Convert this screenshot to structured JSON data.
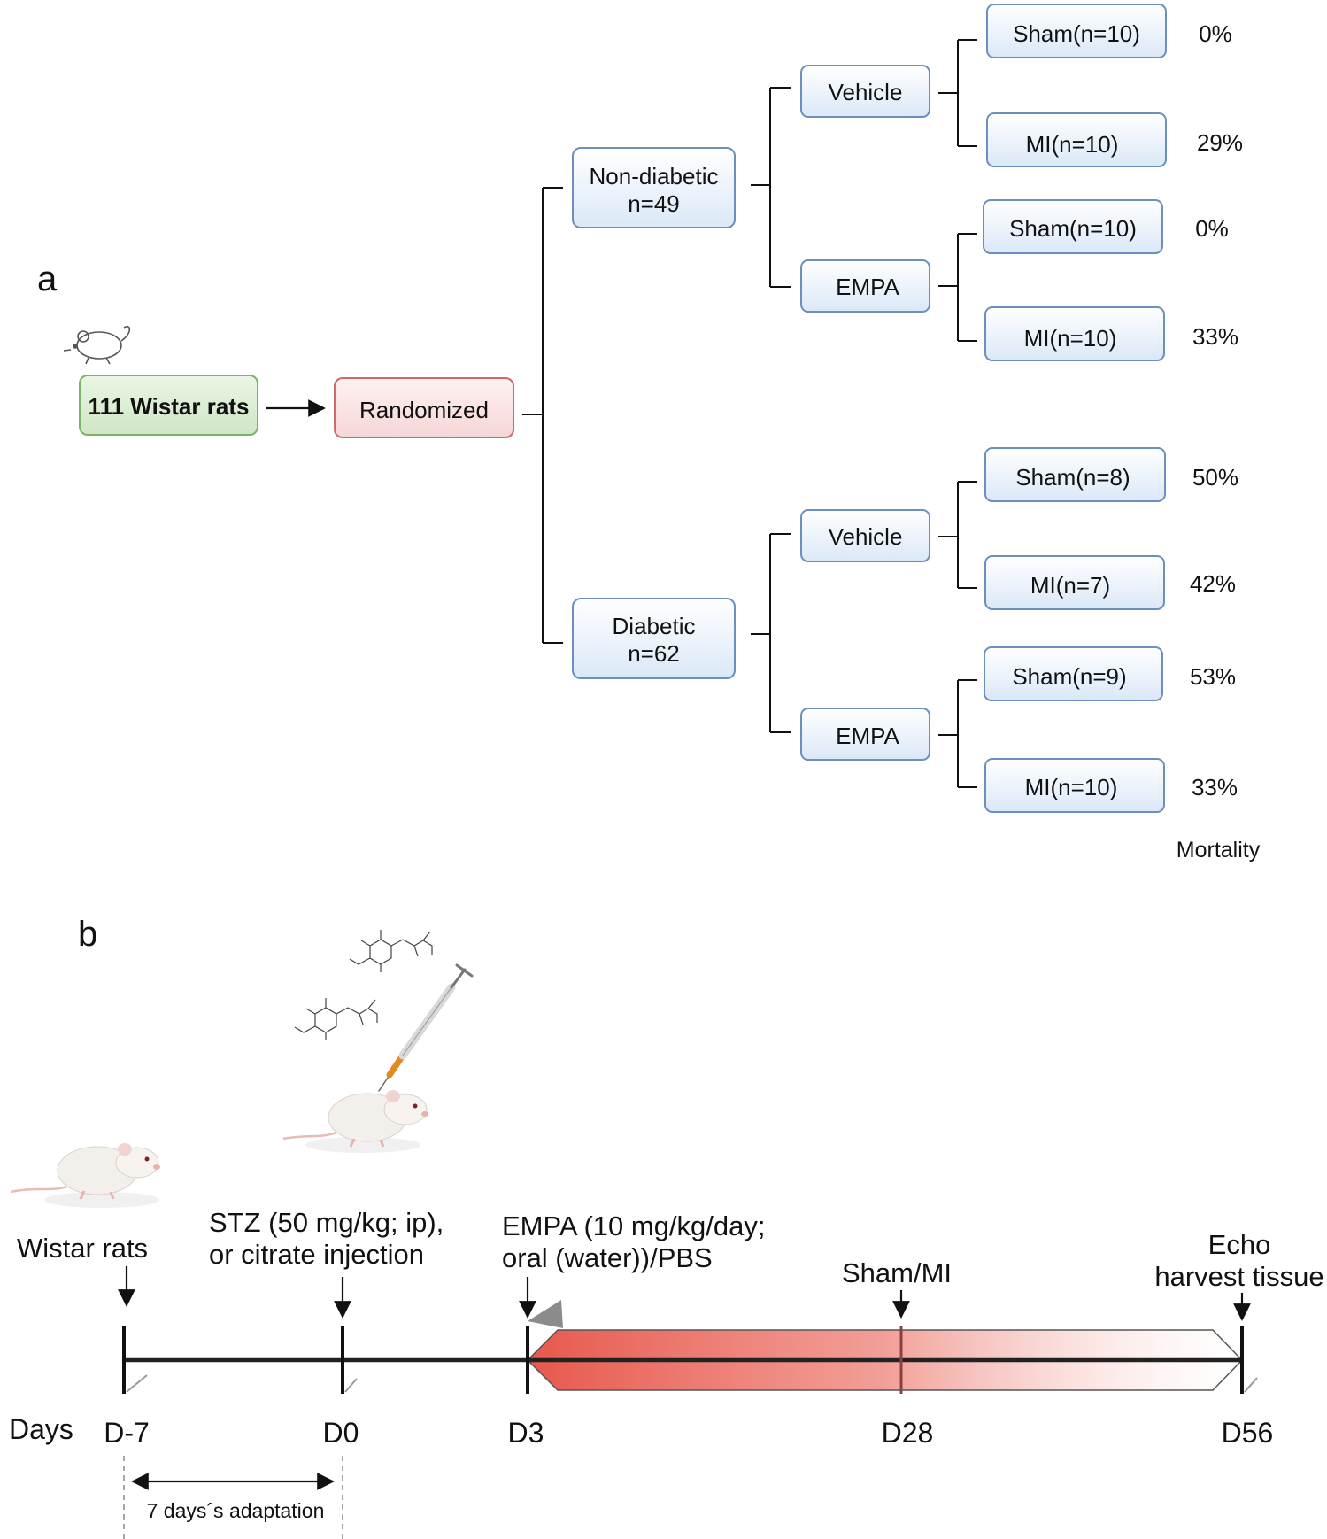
{
  "panel_a": {
    "label": "a",
    "source": "111 Wistar rats",
    "randomized": "Randomized",
    "groups": [
      {
        "name_line1": "Non-diabetic",
        "name_line2": "n=49",
        "arms": [
          {
            "label": "Vehicle",
            "leaves": [
              {
                "label": "Sham(n=10)",
                "mortality": "0%"
              },
              {
                "label": "MI(n=10)",
                "mortality": "29%"
              }
            ]
          },
          {
            "label": "EMPA",
            "leaves": [
              {
                "label": "Sham(n=10)",
                "mortality": "0%"
              },
              {
                "label": "MI(n=10)",
                "mortality": "33%"
              }
            ]
          }
        ]
      },
      {
        "name_line1": "Diabetic",
        "name_line2": "n=62",
        "arms": [
          {
            "label": "Vehicle",
            "leaves": [
              {
                "label": "Sham(n=8)",
                "mortality": "50%"
              },
              {
                "label": "MI(n=7)",
                "mortality": "42%"
              }
            ]
          },
          {
            "label": "EMPA",
            "leaves": [
              {
                "label": "Sham(n=9)",
                "mortality": "53%"
              },
              {
                "label": "MI(n=10)",
                "mortality": "33%"
              }
            ]
          }
        ]
      }
    ],
    "mortality_caption": "Mortality"
  },
  "panel_b": {
    "label": "b",
    "axis_label": "Days",
    "events": [
      {
        "day": "D-7",
        "lines": [
          "Wistar rats"
        ]
      },
      {
        "day": "D0",
        "lines": [
          "STZ (50 mg/kg; ip),",
          "or citrate injection"
        ]
      },
      {
        "day": "D3",
        "lines": [
          "EMPA (10 mg/kg/day;",
          "oral (water))/PBS"
        ]
      },
      {
        "day": "D28",
        "lines": [
          "Sham/MI"
        ]
      },
      {
        "day": "D56",
        "lines": [
          "Echo",
          "harvest tissue"
        ]
      }
    ],
    "adaptation": "7 days´s adaptation",
    "treatment_color": "#e8584c"
  },
  "colors": {
    "source_fill": "#d9ecd2",
    "source_stroke": "#7cb36a",
    "random_fill": "#fbe3e3",
    "random_stroke": "#cf6a6a",
    "node_fill": "#e6f0fb",
    "node_stroke": "#6b8fbf"
  }
}
